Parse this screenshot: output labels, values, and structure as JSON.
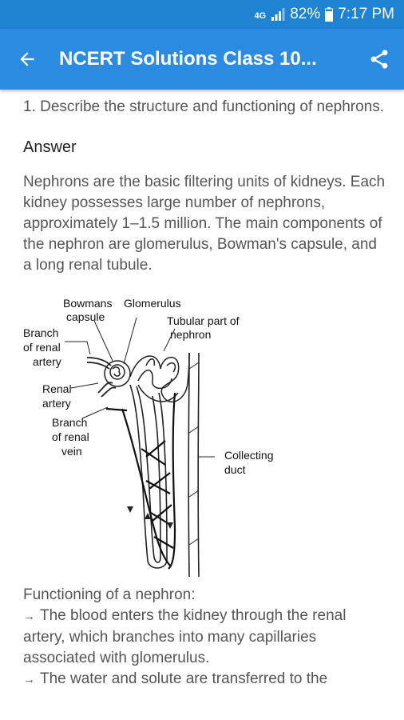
{
  "status_bar": {
    "network": "4G",
    "battery": "82%",
    "time": "7:17 PM",
    "icons": [
      "signal-icon",
      "battery-icon"
    ]
  },
  "app_bar": {
    "title": "NCERT Solutions Class 10...",
    "back_icon": "arrow-left-icon",
    "share_icon": "share-icon",
    "color": "#2a8be0"
  },
  "content": {
    "question": "1. Describe the structure and functioning of nephrons.",
    "answer_heading": "Answer",
    "paragraph": "Nephrons are the basic filtering units of kidneys. Each kidney possesses large number of nephrons, approximately 1–1.5 million. The main components of the nephron are glomerulus, Bowman's capsule, and a long renal tubule.",
    "diagram_labels": {
      "bowmans": [
        "Bowmans",
        "capsule"
      ],
      "glomerulus": "Glomerulus",
      "tubular": [
        "Tubular part of",
        "nephron"
      ],
      "branch_artery": [
        "Branch",
        "of renal",
        "artery"
      ],
      "renal_artery": [
        "Renal",
        "artery"
      ],
      "branch_vein": [
        "Branch",
        "of renal",
        "vein"
      ],
      "collecting": [
        "Collecting",
        "duct"
      ]
    },
    "functioning_heading": "Functioning of a nephron:",
    "bullets": [
      "The blood enters the kidney through the renal artery, which branches into many capillaries associated with glomerulus.",
      "The water and solute are transferred to the"
    ]
  }
}
